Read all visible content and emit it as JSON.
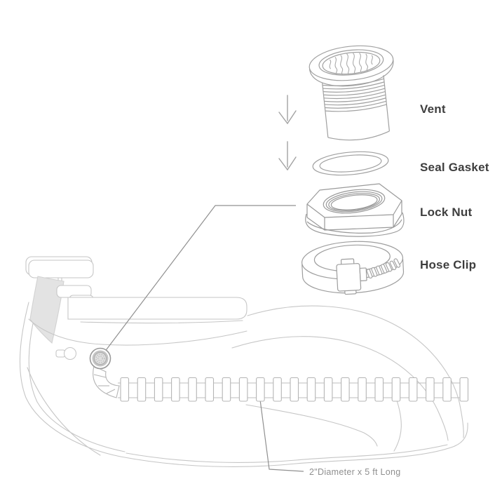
{
  "diagram": {
    "type": "exploded-parts-illustration",
    "subject": "Tub vent and hose assembly",
    "parts": [
      {
        "id": "vent",
        "label": "Vent"
      },
      {
        "id": "seal-gasket",
        "label": "Seal Gasket"
      },
      {
        "id": "lock-nut",
        "label": "Lock Nut"
      },
      {
        "id": "hose-clip",
        "label": "Hose Clip"
      }
    ],
    "hose_label": "2\"Diameter x 5 ft Long",
    "colors": {
      "part_line": "#a0a0a0",
      "tub_line": "#c6c6c6",
      "leader_line": "#909090",
      "label_text": "#3e3e3e",
      "hose_label_text": "#8f8f8f",
      "shade_fill": "#e3e3e3",
      "background": "#ffffff"
    }
  }
}
